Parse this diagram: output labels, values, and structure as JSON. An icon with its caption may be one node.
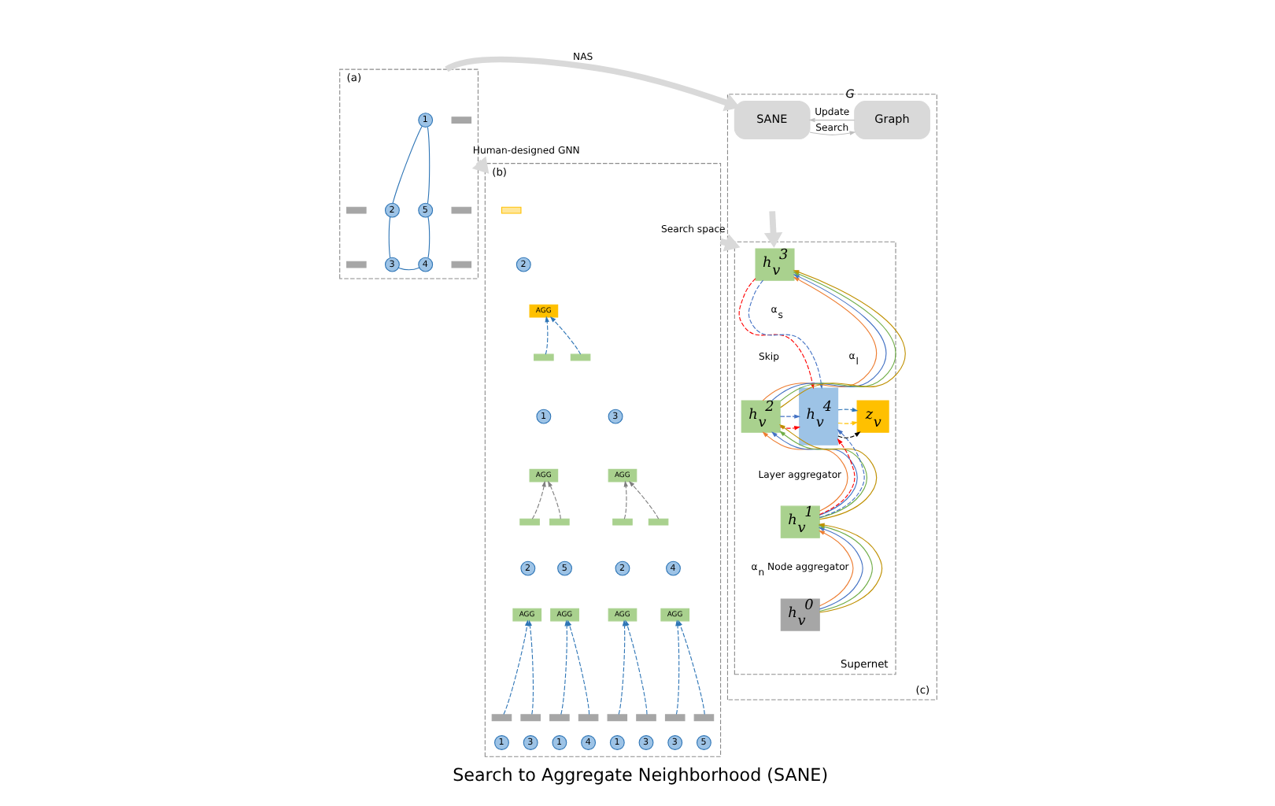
{
  "diagram": {
    "caption": "Search to Aggregate Neighborhood (SANE)",
    "nodes": [
      {
        "text": [
          "(a)"
        ]
      },
      {
        "text": [
          "1"
        ],
        "in": 0
      },
      {
        "text": [
          "2"
        ],
        "in": 0
      },
      {
        "text": [
          "5"
        ],
        "in": 0
      },
      {
        "text": [
          "3"
        ],
        "in": 0
      },
      {
        "text": [
          "4"
        ],
        "in": 0
      },
      {
        "text": [],
        "shape": "box",
        "in": 0
      },
      {
        "text": [],
        "shape": "box",
        "in": 0
      },
      {
        "text": [],
        "shape": "box",
        "in": 0
      },
      {
        "text": [],
        "shape": "box",
        "in": 0
      },
      {
        "text": [],
        "shape": "box",
        "in": 0
      },
      {
        "text": [
          "(c)"
        ]
      },
      {
        "text": [
          "SANE"
        ],
        "in": 11
      },
      {
        "text": [
          "Graph"
        ],
        "beside": [
          "G"
        ],
        "in": 11
      },
      {
        "text": [
          "(b)"
        ]
      },
      {
        "text": [],
        "shape": "box",
        "in": 14
      },
      {
        "text": [
          "2"
        ],
        "in": 14
      },
      {
        "text": [
          "AGG"
        ],
        "in": 14
      },
      {
        "text": [],
        "shape": "box",
        "in": 14
      },
      {
        "text": [
          "1"
        ],
        "in": 14
      },
      {
        "text": [
          "AGG"
        ],
        "in": 14
      },
      {
        "text": [],
        "shape": "box",
        "in": 14
      },
      {
        "text": [
          "3"
        ],
        "in": 14
      },
      {
        "text": [
          "AGG"
        ],
        "in": 14
      },
      {
        "text": [],
        "shape": "box",
        "in": 14
      },
      {
        "text": [
          "2"
        ],
        "in": 14
      },
      {
        "text": [
          "AGG"
        ],
        "in": 14
      },
      {
        "text": [],
        "shape": "box",
        "in": 14
      },
      {
        "text": [
          "5"
        ],
        "in": 14
      },
      {
        "text": [
          "AGG"
        ],
        "in": 14
      },
      {
        "text": [],
        "shape": "box",
        "in": 14
      },
      {
        "text": [
          "2"
        ],
        "in": 14
      },
      {
        "text": [
          "AGG"
        ],
        "in": 14
      },
      {
        "text": [],
        "shape": "box",
        "in": 14
      },
      {
        "text": [
          "4"
        ],
        "in": 14
      },
      {
        "text": [
          "AGG"
        ],
        "in": 14
      },
      {
        "text": [],
        "shape": "box",
        "in": 14
      },
      {
        "text": [],
        "shape": "box",
        "in": 14
      },
      {
        "text": [],
        "shape": "box",
        "in": 14
      },
      {
        "text": [],
        "shape": "box",
        "in": 14
      },
      {
        "text": [],
        "shape": "box",
        "in": 14
      },
      {
        "text": [],
        "shape": "box",
        "in": 14
      },
      {
        "text": [],
        "shape": "box",
        "in": 14
      },
      {
        "text": [],
        "shape": "box",
        "in": 14
      },
      {
        "text": [
          "1"
        ],
        "in": 14
      },
      {
        "text": [
          "3"
        ],
        "in": 14
      },
      {
        "text": [
          "1"
        ],
        "in": 14
      },
      {
        "text": [
          "4"
        ],
        "in": 14
      },
      {
        "text": [
          "1"
        ],
        "in": 14
      },
      {
        "text": [
          "3"
        ],
        "in": 14
      },
      {
        "text": [
          "3"
        ],
        "in": 14
      },
      {
        "text": [
          "5"
        ],
        "in": 14
      },
      {
        "text": [
          "Supernet"
        ],
        "in": 11
      },
      {
        "text": [
          "h$_{v}$$^{3}$"
        ],
        "in": 52
      },
      {
        "text": [
          "h$_{v}$$^{2}$"
        ],
        "in": 52
      },
      {
        "text": [
          "h$_{v}$$^{1}$"
        ],
        "in": 52
      },
      {
        "text": [
          "h$_{v}$$^{0}$"
        ],
        "in": 52
      },
      {
        "text": [
          "h$_{v}$$^{4}$"
        ],
        "in": 52
      },
      {
        "text": [
          "z$_{v}$"
        ],
        "in": 52
      }
    ],
    "edges": [
      {
        "from": 1,
        "to": 2,
        "arrow": "none"
      },
      {
        "from": 2,
        "to": 4,
        "arrow": "none"
      },
      {
        "from": 4,
        "to": 5,
        "arrow": "none"
      },
      {
        "from": 5,
        "to": 3,
        "arrow": "none"
      },
      {
        "from": 3,
        "to": 1,
        "arrow": "none"
      },
      {
        "from": 0,
        "to": 12,
        "arrow": "to",
        "label": "NAS",
        "style": "thick",
        "color": "#d9d9d9"
      },
      {
        "from": 12,
        "to": 13,
        "arrow": "to",
        "label": "Search",
        "color": "#bfbfbf"
      },
      {
        "from": 13,
        "to": 12,
        "arrow": "to",
        "label": "Update",
        "color": "#bfbfbf"
      },
      {
        "from": 0,
        "to": 14,
        "arrow": "to",
        "label": "Human-designed GNN",
        "style": "thick",
        "color": "#d9d9d9"
      },
      {
        "from": null,
        "to": 52,
        "arrow": "to",
        "style": "thick",
        "color": "#d9d9d9"
      },
      {
        "from": 14,
        "to": 52,
        "arrow": "to",
        "label": "Search space",
        "style": "thick",
        "color": "#d9d9d9"
      },
      {
        "from": 18,
        "to": 17,
        "arrow": "to",
        "style": "dashed"
      },
      {
        "from": 21,
        "to": 17,
        "arrow": "to",
        "style": "dashed"
      },
      {
        "from": 24,
        "to": 20,
        "arrow": "to",
        "style": "dashed",
        "color": "#7f7f7f"
      },
      {
        "from": 27,
        "to": 20,
        "arrow": "to",
        "style": "dashed",
        "color": "#7f7f7f"
      },
      {
        "from": 30,
        "to": 23,
        "arrow": "to",
        "style": "dashed",
        "color": "#7f7f7f"
      },
      {
        "from": 33,
        "to": 23,
        "arrow": "to",
        "style": "dashed",
        "color": "#7f7f7f"
      },
      {
        "from": 36,
        "to": 26,
        "arrow": "to",
        "style": "dashed"
      },
      {
        "from": 37,
        "to": 26,
        "arrow": "to",
        "style": "dashed"
      },
      {
        "from": 38,
        "to": 29,
        "arrow": "to",
        "style": "dashed"
      },
      {
        "from": 39,
        "to": 29,
        "arrow": "to",
        "style": "dashed"
      },
      {
        "from": 40,
        "to": 32,
        "arrow": "to",
        "style": "dashed"
      },
      {
        "from": 41,
        "to": 32,
        "arrow": "to",
        "style": "dashed"
      },
      {
        "from": 42,
        "to": 35,
        "arrow": "to",
        "style": "dashed"
      },
      {
        "from": 43,
        "to": 35,
        "arrow": "to",
        "style": "dashed"
      },
      {
        "from": 56,
        "to": 55,
        "arrow": "to",
        "color": "#ed7d31"
      },
      {
        "from": 56,
        "to": 55,
        "arrow": "to",
        "color": "#4472c4"
      },
      {
        "from": 56,
        "to": 55,
        "arrow": "to",
        "color": "#70ad47"
      },
      {
        "from": 56,
        "to": 55,
        "arrow": "to",
        "color": "#bf9000"
      },
      {
        "from": 55,
        "to": 54,
        "arrow": "to",
        "color": "#ed7d31"
      },
      {
        "from": 55,
        "to": 54,
        "arrow": "to",
        "color": "#4472c4"
      },
      {
        "from": 55,
        "to": 54,
        "arrow": "to",
        "color": "#70ad47"
      },
      {
        "from": 55,
        "to": 54,
        "arrow": "to",
        "color": "#bf9000"
      },
      {
        "from": 54,
        "to": 53,
        "arrow": "to",
        "color": "#ed7d31"
      },
      {
        "from": 54,
        "to": 53,
        "arrow": "to",
        "color": "#4472c4"
      },
      {
        "from": 54,
        "to": 53,
        "arrow": "to",
        "color": "#70ad47"
      },
      {
        "from": 54,
        "to": 53,
        "arrow": "to",
        "color": "#bf9000"
      },
      {
        "from": 53,
        "to": 57,
        "arrow": "to",
        "style": "dashed",
        "color": "#ff0000"
      },
      {
        "from": 53,
        "to": 57,
        "arrow": "to",
        "style": "dashed",
        "color": "#4472c4"
      },
      {
        "from": 54,
        "to": 57,
        "arrow": "to",
        "style": "dashed",
        "color": "#ff0000"
      },
      {
        "from": 54,
        "to": 57,
        "arrow": "to",
        "style": "dashed",
        "color": "#4472c4"
      },
      {
        "from": 55,
        "to": 57,
        "arrow": "to",
        "style": "dashed",
        "color": "#ff0000"
      },
      {
        "from": 55,
        "to": 57,
        "arrow": "to",
        "style": "dashed",
        "color": "#4472c4"
      },
      {
        "from": 57,
        "to": 58,
        "arrow": "to",
        "style": "dashed",
        "color": "#000000"
      },
      {
        "from": 57,
        "to": 58,
        "arrow": "to",
        "style": "dashed",
        "color": "#ffc000"
      },
      {
        "from": 57,
        "to": 58,
        "arrow": "to",
        "style": "dashed",
        "color": "#2e75b6"
      }
    ],
    "labels": [
      "α$_{s}$",
      "Skip",
      "α$_{l}$",
      "Layer aggregator",
      "α$_{n}$ Node aggregator"
    ]
  }
}
